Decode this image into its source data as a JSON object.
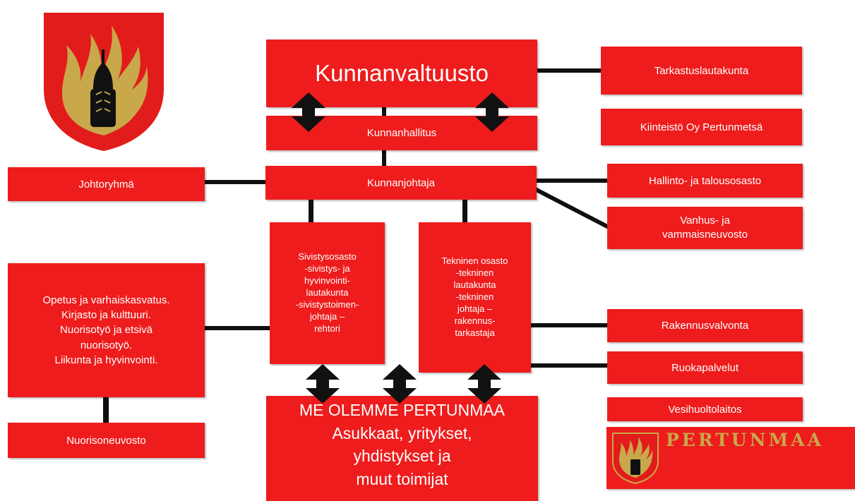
{
  "colors": {
    "box": "#ee1c1c",
    "line": "#0f0f0f",
    "gold": "#c8a84b",
    "crest_red": "#e21b1b"
  },
  "icons": {
    "crest": "coat-of-arms-icon",
    "logo": "pertunmaa-logo-icon",
    "arrow": "double-arrow-icon"
  },
  "council": "Kunnanvaltuusto",
  "board": "Kunnanhallitus",
  "manager": "Kunnanjohtaja",
  "audit": "Tarkastuslautakunta",
  "real_estate": "Kiinteistö Oy Pertunmetsä",
  "management_group": "Johtoryhmä",
  "admin_finance": "Hallinto- ja talousosasto",
  "elderly_council": [
    "Vanhus- ja",
    "vammaisneuvosto"
  ],
  "education_dept": [
    "Sivistysosasto",
    "-sivistys- ja",
    "hyvinvointi-",
    "lautakunta",
    "-sivistystoimen-",
    "johtaja –",
    "rehtori"
  ],
  "technical_dept": [
    "Tekninen osasto",
    "-tekninen",
    "lautakunta",
    "-tekninen",
    "johtaja –",
    "rakennus-",
    "tarkastaja"
  ],
  "services": [
    "Opetus ja varhaiskasvatus.",
    "Kirjasto ja kulttuuri.",
    "Nuorisotyö ja etsivä",
    "nuorisotyö.",
    "Liikunta ja hyvinvointi."
  ],
  "youth_council": "Nuorisoneuvosto",
  "building_control": "Rakennusvalvonta",
  "food_services": "Ruokapalvelut",
  "water_utility": "Vesihuoltolaitos",
  "residents": [
    "ME OLEMME PERTUNMAA",
    "Asukkaat, yritykset,",
    "yhdistykset  ja",
    "muut toimijat"
  ],
  "logo_text": "PERTUNMAA"
}
